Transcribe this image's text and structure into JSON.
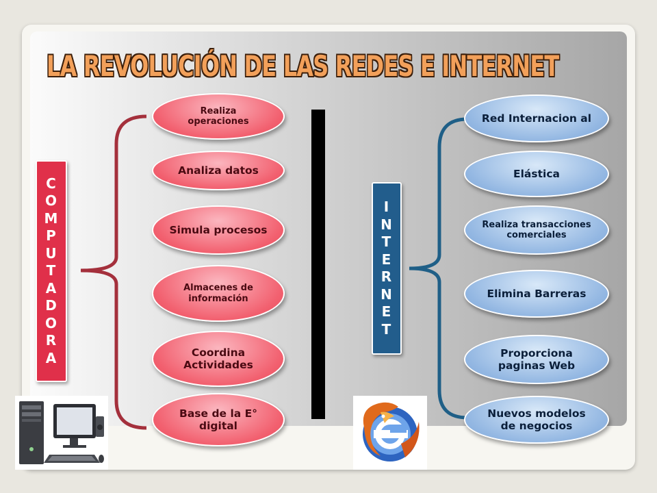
{
  "title": "LA REVOLUCIÓN DE LAS REDES E INTERNET",
  "colors": {
    "red_accent": "#e0304a",
    "blue_accent": "#225d8c",
    "title_fill": "#f2a05a",
    "brace_red": "#a4303c",
    "brace_blue": "#1f5f87"
  },
  "computadora": {
    "letters": [
      "C",
      "O",
      "M",
      "P",
      "U",
      "T",
      "A",
      "D",
      "O",
      "R",
      "A"
    ],
    "items": [
      {
        "text": "Realiza operaciones"
      },
      {
        "text": "Analiza datos"
      },
      {
        "text": "Simula procesos"
      },
      {
        "text": "Almacenes de información"
      },
      {
        "text": "Coordina Actividades"
      },
      {
        "text": "Base de la E° digital"
      }
    ],
    "image": "desktop-computer-illustration"
  },
  "internet": {
    "letters": [
      "I",
      "N",
      "T",
      "E",
      "R",
      "N",
      "E",
      "T"
    ],
    "items": [
      {
        "text": "Red Internacion al"
      },
      {
        "text": "Elástica"
      },
      {
        "text": "Realiza transacciones comerciales"
      },
      {
        "text": "Elimina Barreras"
      },
      {
        "text": "Proporciona paginas Web"
      },
      {
        "text": "Nuevos modelos de negocios"
      }
    ],
    "image": "firefox-vs-ie-logo"
  }
}
